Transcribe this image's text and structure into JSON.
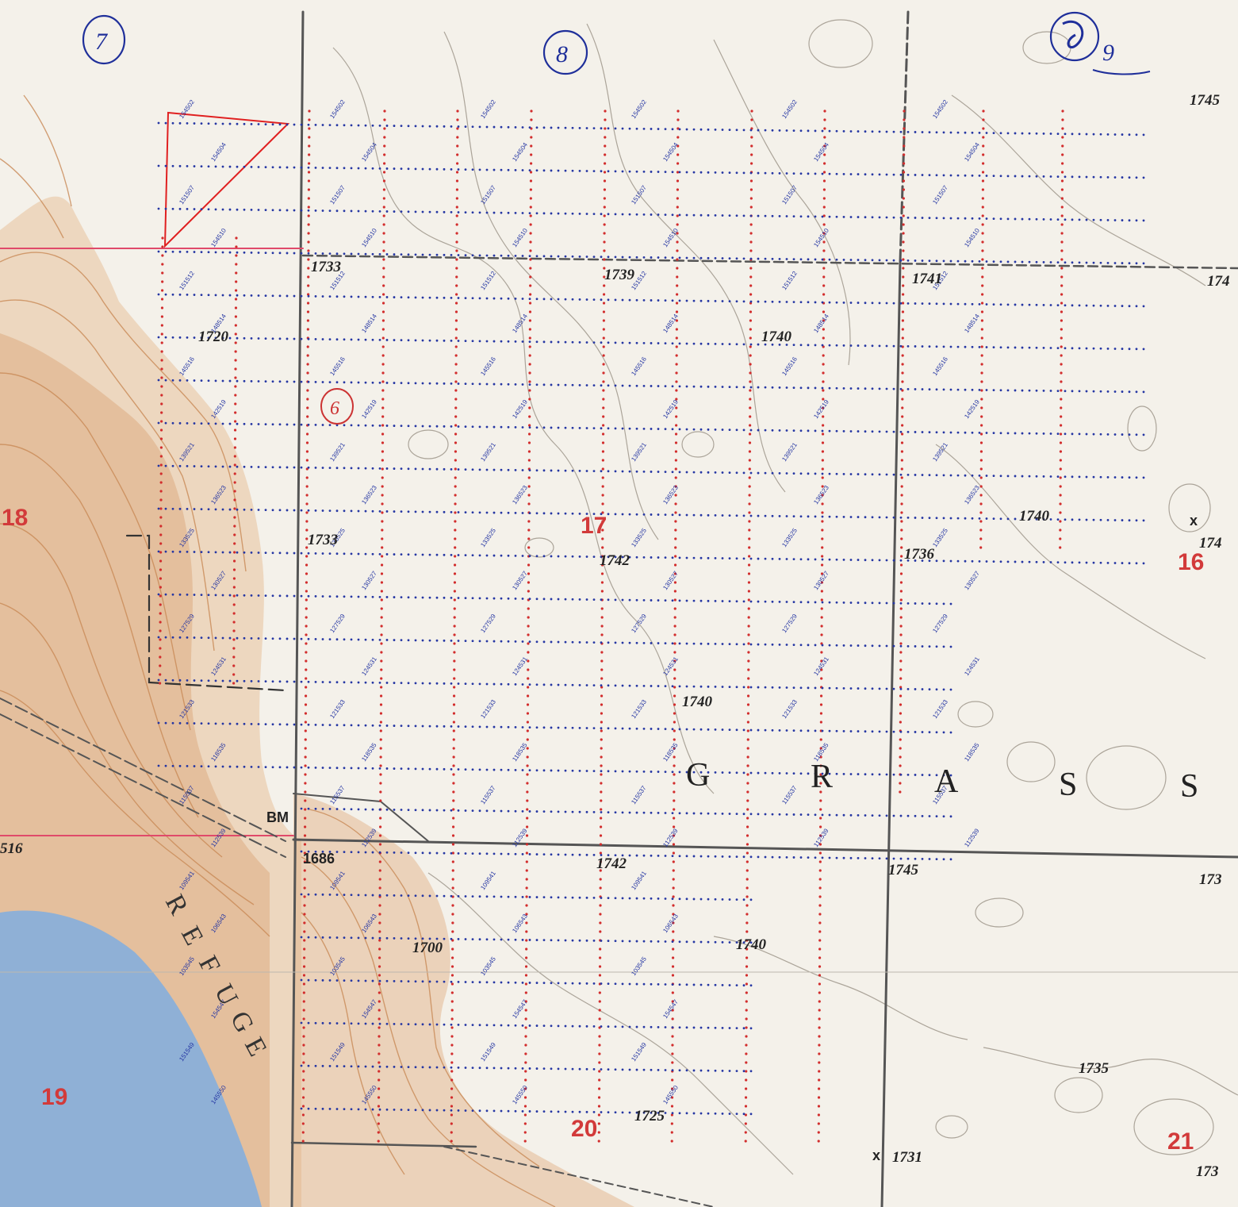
{
  "handwritten_labels": [
    {
      "text": "7",
      "name": "handwritten-7"
    },
    {
      "text": "8",
      "name": "handwritten-8"
    },
    {
      "text": "9",
      "name": "handwritten-9"
    },
    {
      "text": "6",
      "name": "handwritten-6"
    }
  ],
  "section_numbers": [
    "18",
    "17",
    "16",
    "19",
    "20",
    "21"
  ],
  "elevations": [
    "1733",
    "1739",
    "1741",
    "1733",
    "1742",
    "1736",
    "1742",
    "1745",
    "1731",
    "1735",
    "1725",
    "1740",
    "1740",
    "1720",
    "1700",
    "1745",
    "1740",
    "1740"
  ],
  "place_letters": [
    "G",
    "R",
    "A",
    "S",
    "S"
  ],
  "refuge_letters": [
    "R",
    "E",
    "F",
    "U",
    "G",
    "E"
  ],
  "bench_mark": {
    "label": "BM",
    "value": "1686"
  },
  "sample_ids": [
    "154502",
    "154504",
    "151507",
    "154510",
    "151512",
    "148514",
    "145516",
    "142519",
    "139521",
    "136523",
    "133525",
    "130527",
    "127529",
    "124531",
    "121533",
    "118535",
    "115537",
    "112539",
    "109541",
    "106543",
    "103545",
    "154547",
    "151549",
    "145550"
  ],
  "colors": {
    "grid_dot_red": "#d22d2d",
    "grid_dot_blue": "#2536a3",
    "terrain": "#c98a57",
    "water": "#8fb0d6",
    "survey_polygon": "#e02020"
  }
}
